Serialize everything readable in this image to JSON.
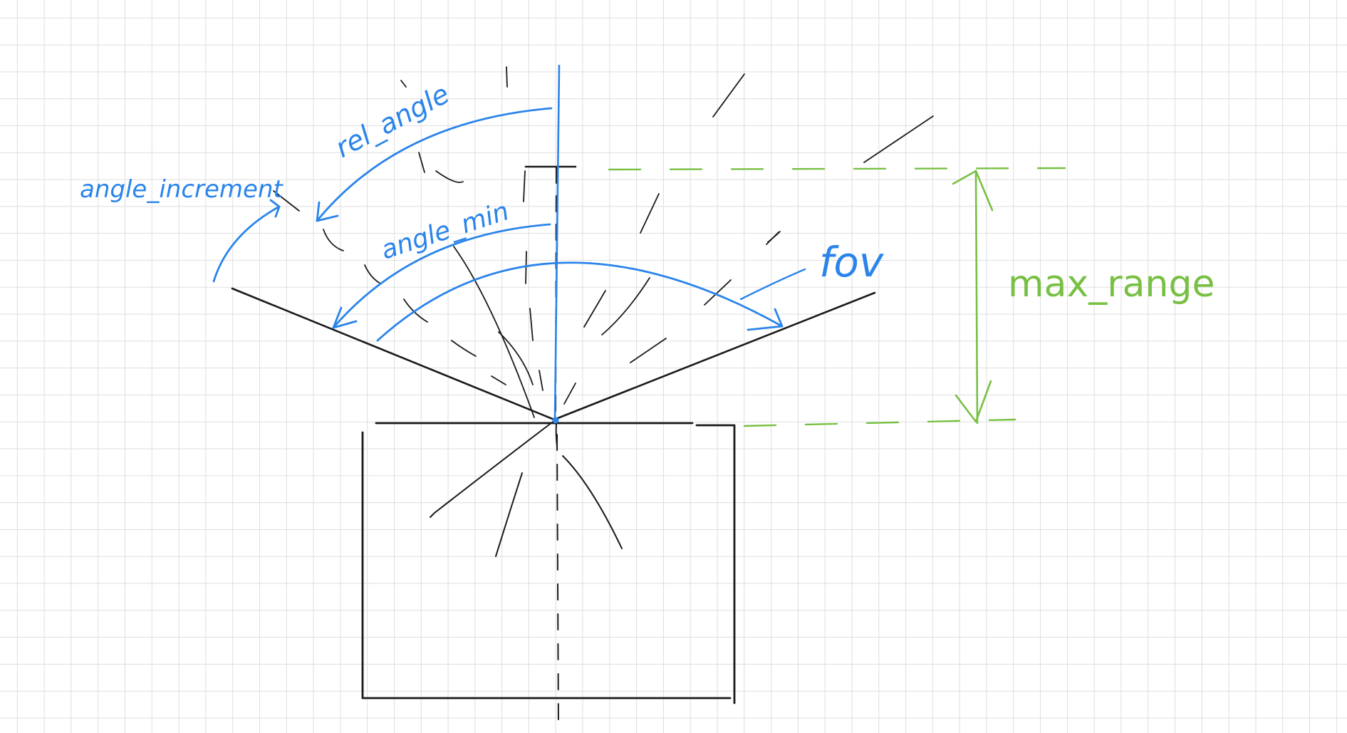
{
  "diagram": {
    "labels": {
      "rel_angle": "rel_angle",
      "angle_increment": "angle_increment",
      "angle_min": "angle_min",
      "fov": "fov",
      "max_range": "max_range"
    }
  },
  "colors": {
    "ink_black": "#1a1a1a",
    "ink_blue": "#2a84ea",
    "ink_green": "#78c043",
    "grid": "#dedede"
  }
}
